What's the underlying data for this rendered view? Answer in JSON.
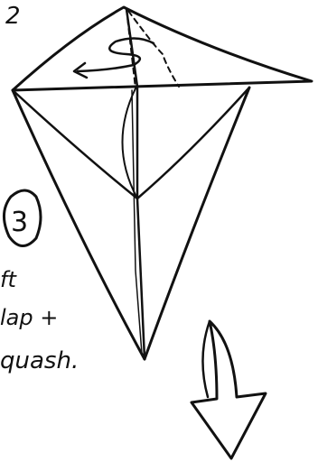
{
  "header_fragment": "2",
  "step_number": "3",
  "instruction_lines": [
    "ft",
    "lap +",
    "quash."
  ],
  "ink_color": "#111111",
  "background_color": "#ffffff"
}
